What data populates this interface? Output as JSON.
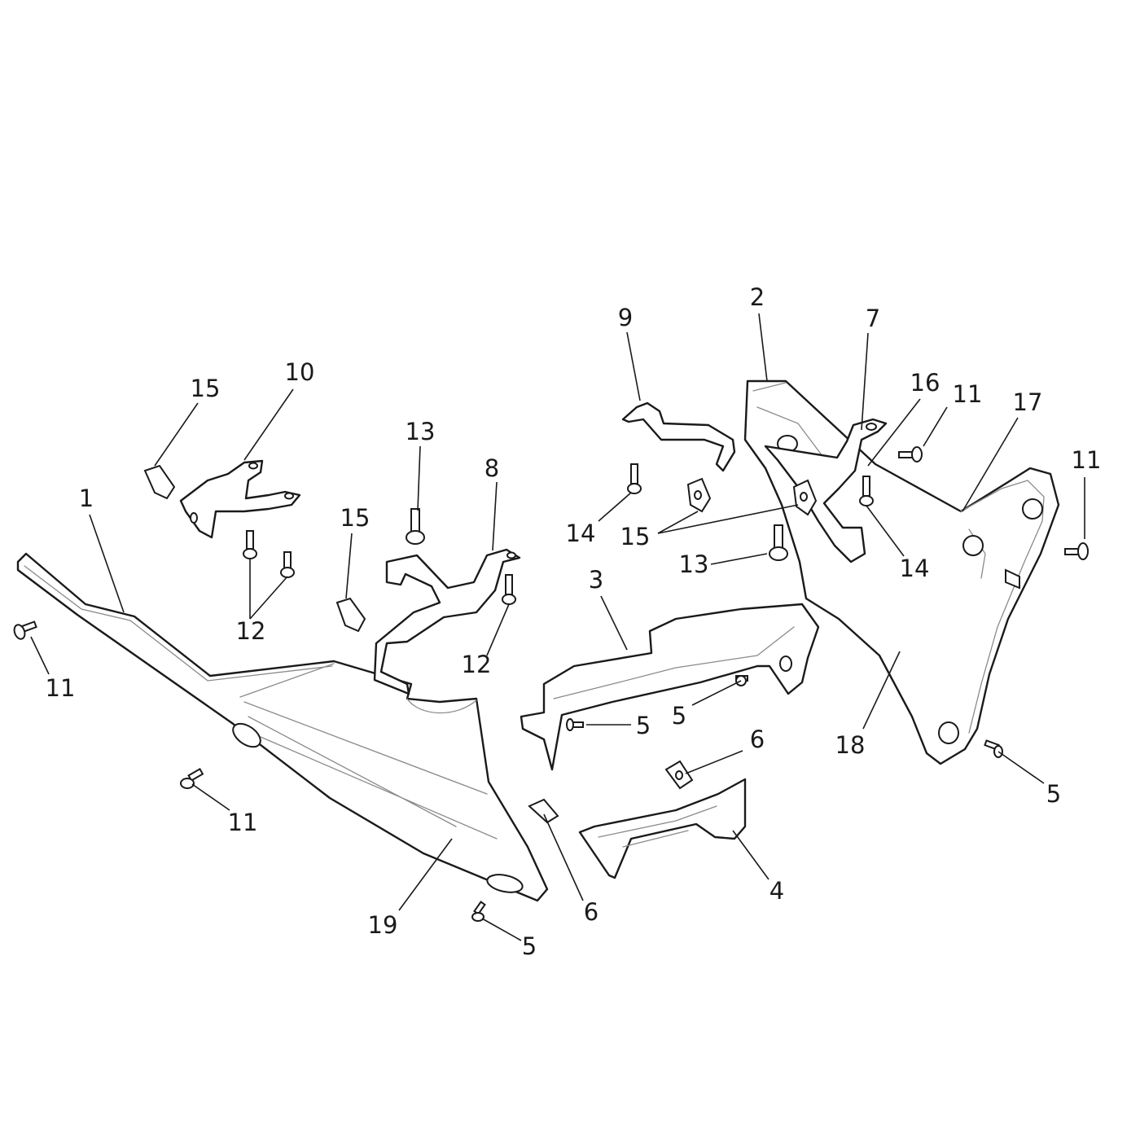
{
  "callouts": [
    {
      "id": "c1",
      "text": "1"
    },
    {
      "id": "c2",
      "text": "2"
    },
    {
      "id": "c3",
      "text": "3"
    },
    {
      "id": "c4",
      "text": "4"
    },
    {
      "id": "c5a",
      "text": "5"
    },
    {
      "id": "c5b",
      "text": "5"
    },
    {
      "id": "c5c",
      "text": "5"
    },
    {
      "id": "c5d",
      "text": "5"
    },
    {
      "id": "c6a",
      "text": "6"
    },
    {
      "id": "c6b",
      "text": "6"
    },
    {
      "id": "c7",
      "text": "7"
    },
    {
      "id": "c8",
      "text": "8"
    },
    {
      "id": "c9",
      "text": "9"
    },
    {
      "id": "c10",
      "text": "10"
    },
    {
      "id": "c11a",
      "text": "11"
    },
    {
      "id": "c11b",
      "text": "11"
    },
    {
      "id": "c11c",
      "text": "11"
    },
    {
      "id": "c11d",
      "text": "11"
    },
    {
      "id": "c12a",
      "text": "12"
    },
    {
      "id": "c12b",
      "text": "12"
    },
    {
      "id": "c13a",
      "text": "13"
    },
    {
      "id": "c13b",
      "text": "13"
    },
    {
      "id": "c14a",
      "text": "14"
    },
    {
      "id": "c14b",
      "text": "14"
    },
    {
      "id": "c15a",
      "text": "15"
    },
    {
      "id": "c15b",
      "text": "15"
    },
    {
      "id": "c15c",
      "text": "15"
    },
    {
      "id": "c16",
      "text": "16"
    },
    {
      "id": "c17",
      "text": "17"
    },
    {
      "id": "c18",
      "text": "18"
    },
    {
      "id": "c19",
      "text": "19"
    }
  ]
}
